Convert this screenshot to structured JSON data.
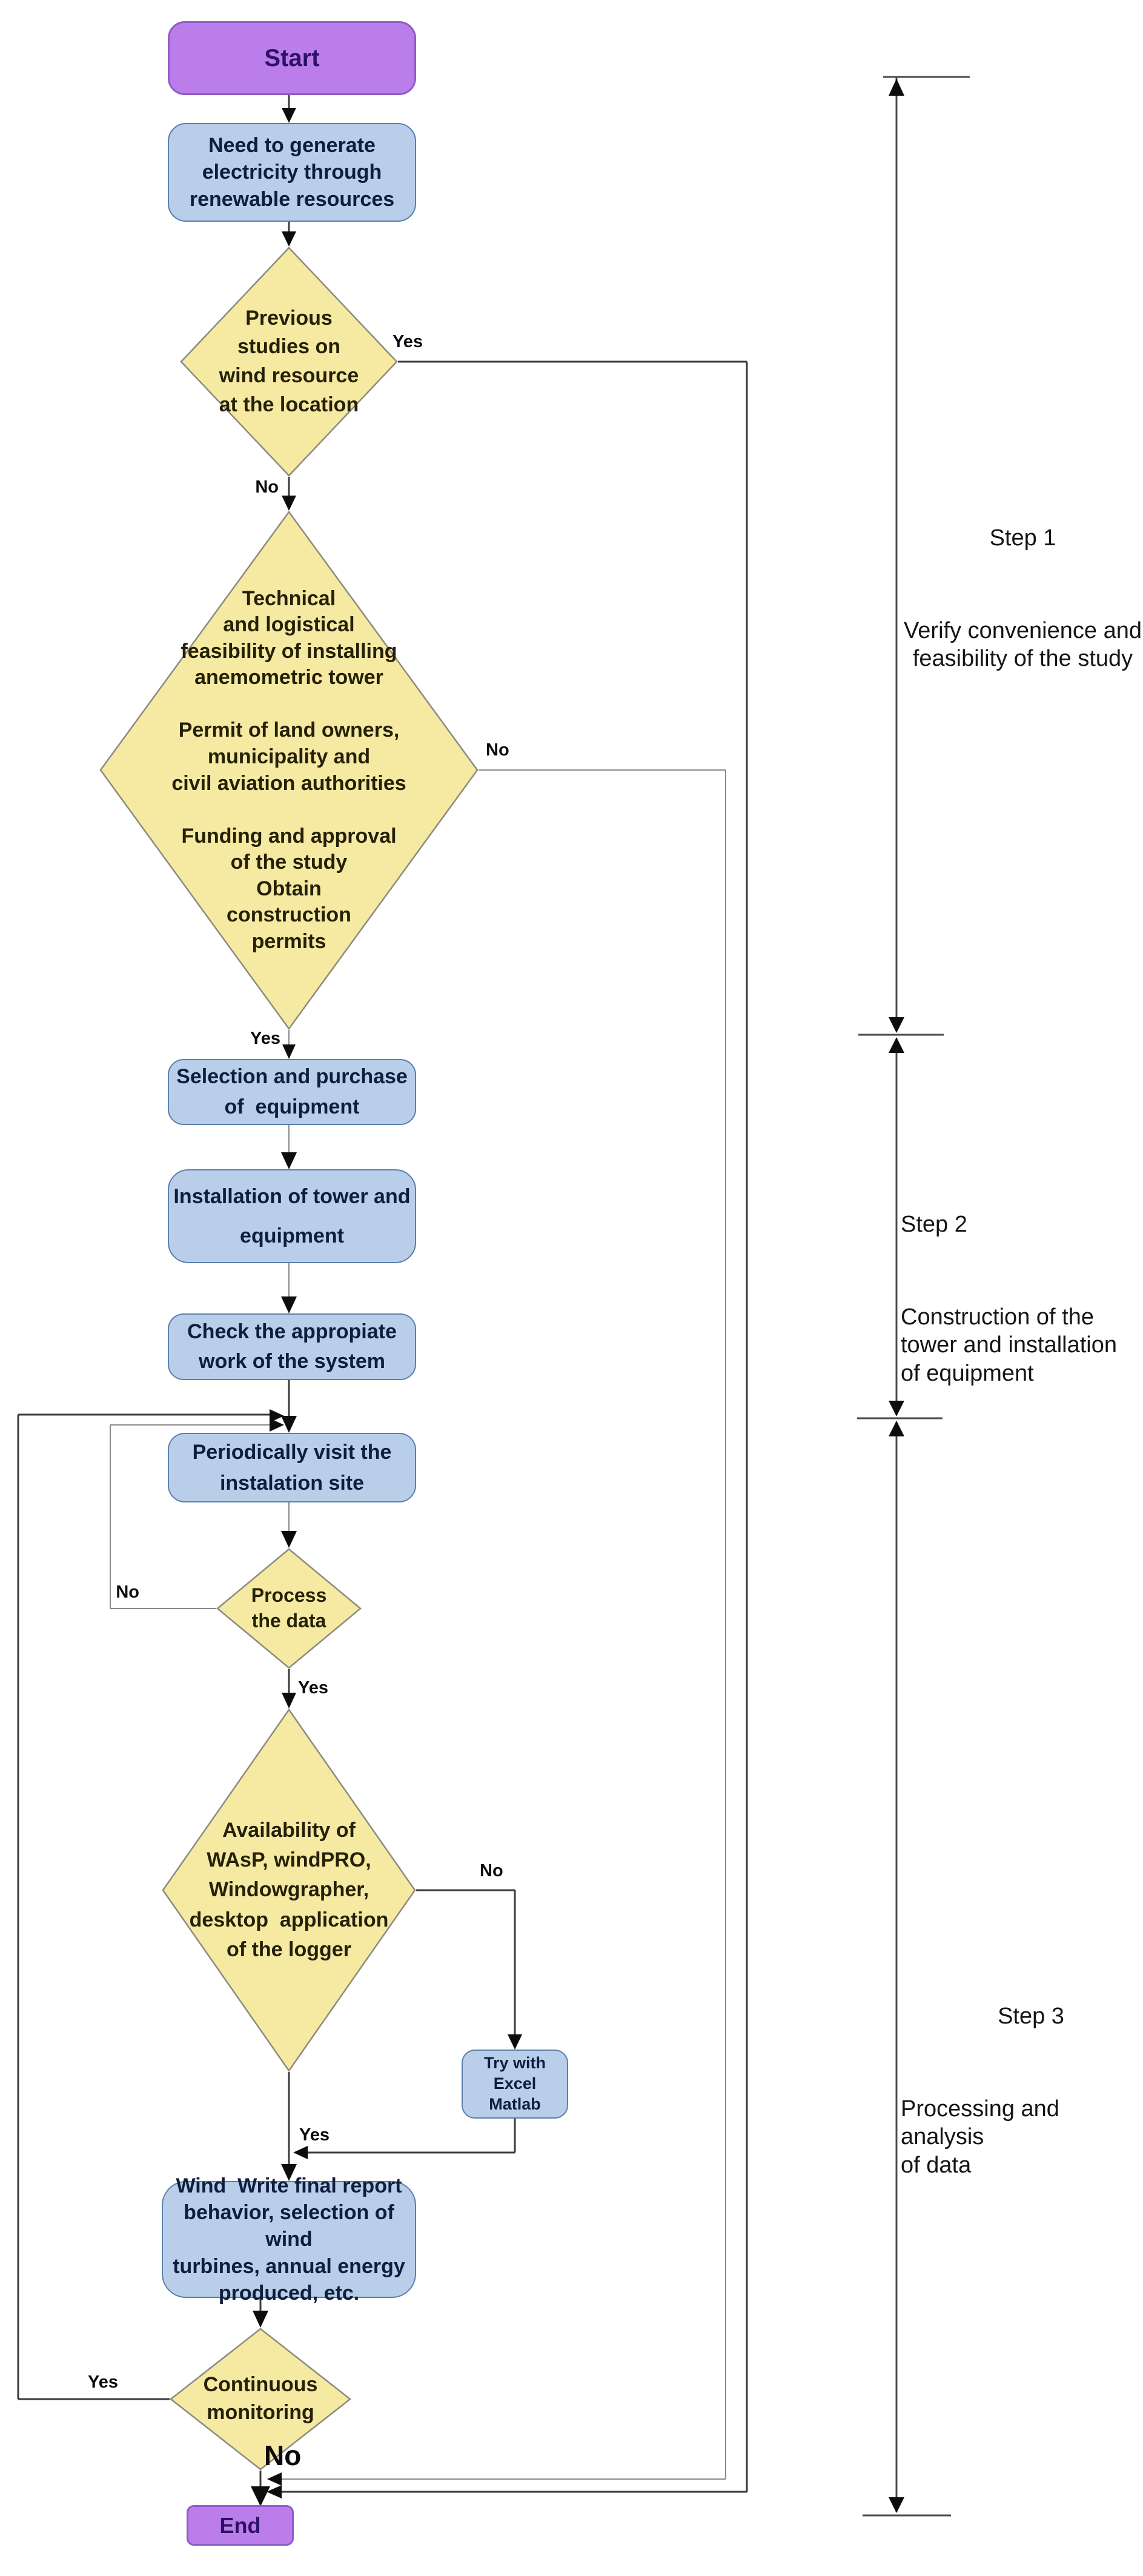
{
  "nodes": {
    "start": {
      "label": "Start"
    },
    "need": {
      "label": "Need to generate\nelectricity through\nrenewable resources"
    },
    "previous": {
      "label": "Previous\nstudies on\nwind resource\nat the location"
    },
    "feasibility": {
      "label": "Technical\nand logistical\nfeasibility of installing\nanemometric tower\n\nPermit of land owners,\nmunicipality and\ncivil aviation authorities\n\nFunding and approval\nof the study\nObtain\nconstruction\npermits"
    },
    "selection": {
      "label": "Selection and purchase\nof  equipment"
    },
    "installation": {
      "label": "Installation of tower and\nequipment"
    },
    "check": {
      "label": "Check the appropiate\nwork of the system"
    },
    "visit": {
      "label": "Periodically visit the\ninstalation site"
    },
    "process": {
      "label": "Process\nthe data"
    },
    "availability": {
      "label": "Availability of\nWAsP, windPRO,\nWindowgrapher,\ndesktop  application\nof the logger"
    },
    "try_excel": {
      "label": "Try with\nExcel\nMatlab"
    },
    "report": {
      "label": "Wind  Write final report\nbehavior, selection of wind\nturbines, annual energy\nproduced, etc."
    },
    "monitoring": {
      "label": "Continuous\nmonitoring"
    },
    "end": {
      "label": "End"
    }
  },
  "edge_labels": {
    "previous_yes": "Yes",
    "previous_no": "No",
    "feasibility_no": "No",
    "feasibility_yes": "Yes",
    "process_no": "No",
    "process_yes": "Yes",
    "availability_no": "No",
    "availability_yes": "Yes",
    "monitoring_yes": "Yes",
    "monitoring_no": "No"
  },
  "steps": [
    {
      "title": "Step 1",
      "description": "Verify convenience and\nfeasibility of the study"
    },
    {
      "title": "Step 2",
      "description": "Construction of the\ntower and installation\nof equipment"
    },
    {
      "title": "Step 3",
      "description": "Processing and analysis\nof data"
    }
  ],
  "colors": {
    "terminal_fill": "#bb7de9",
    "terminal_border": "#8f5cc9",
    "terminal_text": "#2d1166",
    "process_fill": "#b9cfe9",
    "process_border": "#5b7fae",
    "process_text": "#0e1e3e",
    "decision_fill": "#f6e9a2",
    "decision_border": "#8b8b80",
    "decision_text": "#252108",
    "line_dark": "#3b3b3b",
    "line_gray": "#8a8a8a",
    "arrow": "#0d0d0d"
  }
}
